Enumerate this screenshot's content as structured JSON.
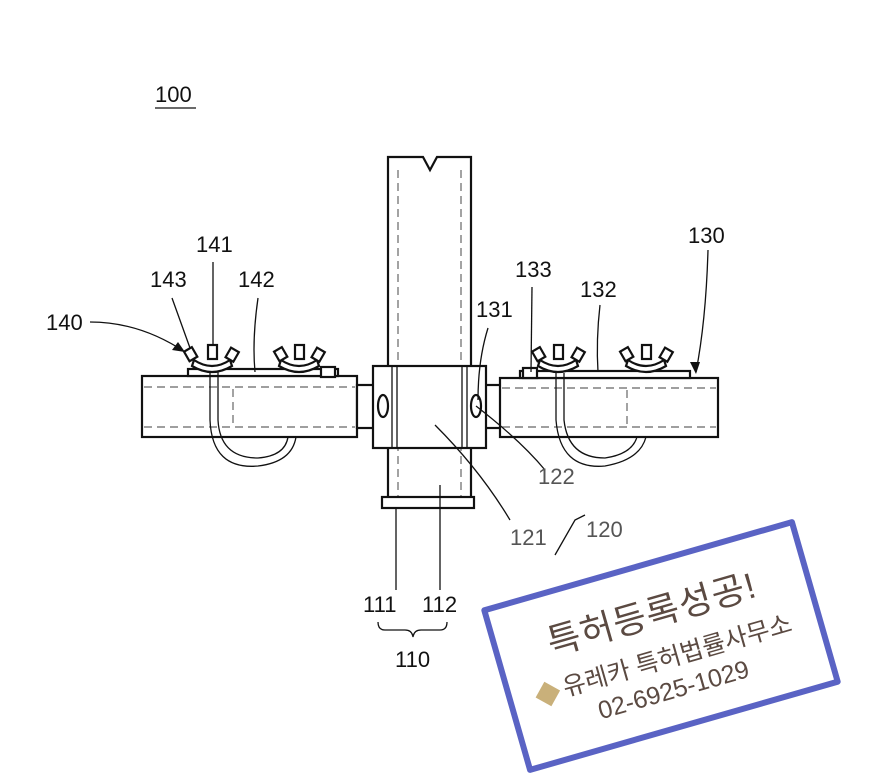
{
  "figure": {
    "labels": {
      "l100": "100",
      "l110": "110",
      "l111": "111",
      "l112": "112",
      "l120": "120",
      "l121": "121",
      "l122": "122",
      "l130": "130",
      "l131": "131",
      "l132": "132",
      "l133": "133",
      "l140": "140",
      "l141": "141",
      "l142": "142",
      "l143": "143"
    }
  },
  "stamp": {
    "headline": "특허등록성공!",
    "firm": "유레카 특허법률사무소",
    "phone": "02-6925-1029",
    "border_color": "#5a63c4"
  }
}
